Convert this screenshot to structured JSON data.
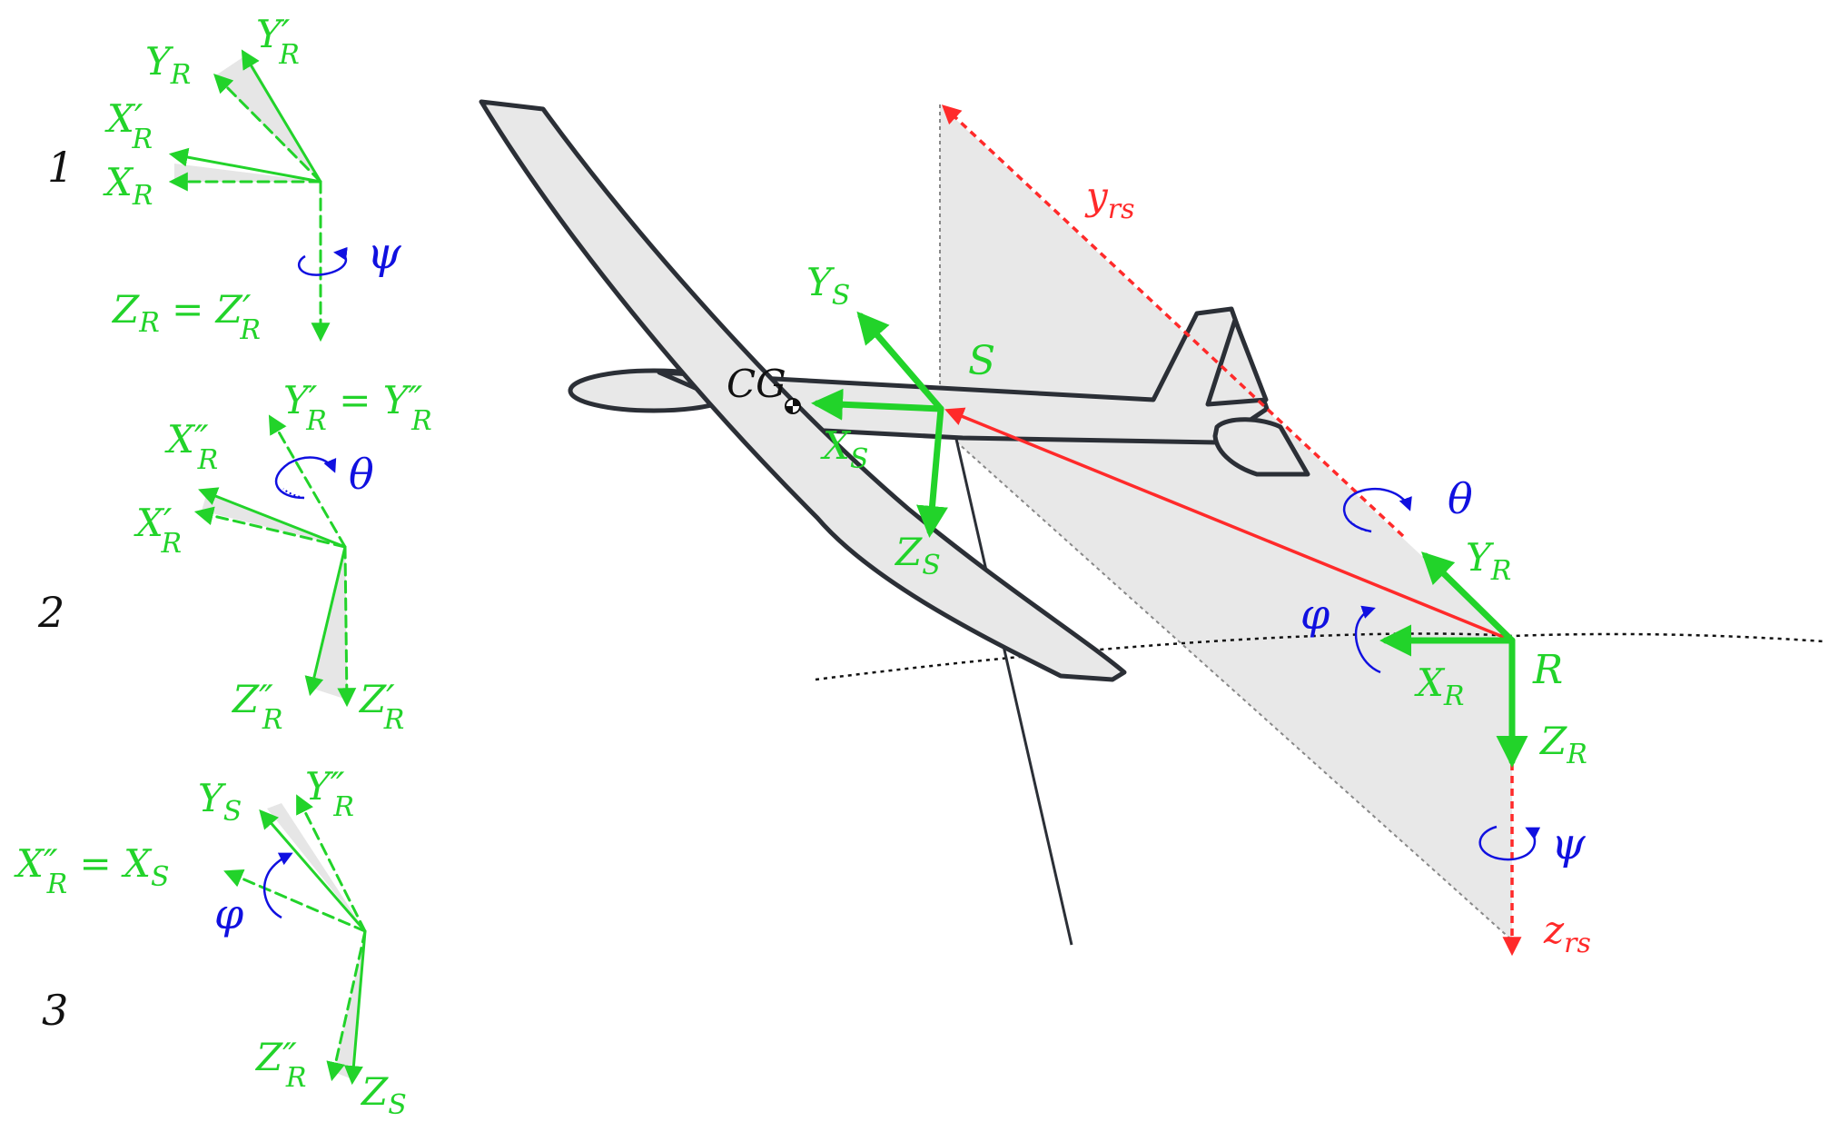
{
  "colors": {
    "axes": "#22d32a",
    "rotations": "#1010e0",
    "offset": "#ff2a2a",
    "outline": "#2b2f36",
    "fill": "#e8e8e8"
  },
  "steps": {
    "s1": "1",
    "s2": "2",
    "s3": "3"
  },
  "step1": {
    "yr": "Y",
    "yr_sub": "R",
    "yrp": "Y′",
    "yrp_sub": "R",
    "xrp": "X′",
    "xrp_sub": "R",
    "xr": "X",
    "xr_sub": "R",
    "psi": "ψ",
    "zr": "Z",
    "zr_sub": "R",
    "eq": " = Z′",
    "eq_sub": "R"
  },
  "step2": {
    "yeq": "Y′",
    "yeq_sub": "R",
    "yeq2": " = Y″",
    "yeq2_sub": "R",
    "xrpp": "X″",
    "xrpp_sub": "R",
    "theta": "θ",
    "xrp": "X′",
    "xrp_sub": "R",
    "zrpp": "Z″",
    "zrpp_sub": "R",
    "zrp": "Z′",
    "zrp_sub": "R"
  },
  "step3": {
    "ys": "Y",
    "ys_sub": "S",
    "yrpp": "Y″",
    "yrpp_sub": "R",
    "xeq": "X″",
    "xeq_sub": "R",
    "xeq2": " = X",
    "xeq2_sub": "S",
    "phi": "φ",
    "zrpp": "Z″",
    "zrpp_sub": "R",
    "zs": "Z",
    "zs_sub": "S"
  },
  "main": {
    "ys": "Y",
    "ys_sub": "S",
    "s": "S",
    "cg": "CG",
    "xs": "X",
    "xs_sub": "S",
    "zs": "Z",
    "zs_sub": "S",
    "yrs": "y",
    "yrs_sub": "rs",
    "theta": "θ",
    "yr": "Y",
    "yr_sub": "R",
    "phi": "φ",
    "xr": "X",
    "xr_sub": "R",
    "r": "R",
    "zr": "Z",
    "zr_sub": "R",
    "psi": "ψ",
    "zrs": "z",
    "zrs_sub": "rs"
  }
}
